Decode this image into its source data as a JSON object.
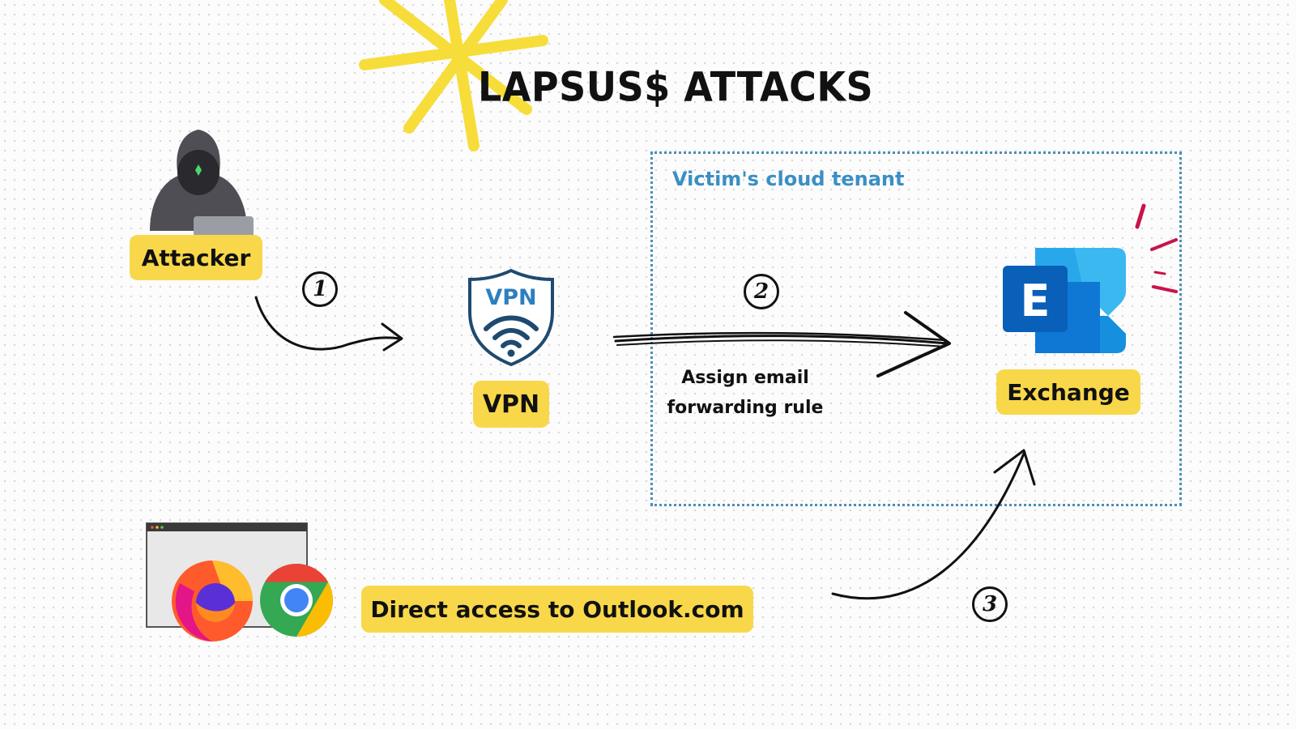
{
  "title": "LAPSUS$ ATTACKS",
  "nodes": {
    "attacker": {
      "label": "Attacker"
    },
    "vpn": {
      "label": "VPN",
      "shield_text": "VPN"
    },
    "exchange": {
      "label": "Exchange",
      "logo_letter": "E"
    },
    "browser": {
      "label": "Direct access to Outlook.com"
    }
  },
  "group": {
    "label": "Victim's cloud tenant"
  },
  "steps": [
    {
      "number": "1"
    },
    {
      "number": "2",
      "text_line1": "Assign email",
      "text_line2": "forwarding rule"
    },
    {
      "number": "3"
    }
  ],
  "colors": {
    "label_bg": "#f8d84a",
    "tenant_border": "#4a8fb8",
    "tenant_text": "#3a8fc4",
    "burst": "#f7dd3a",
    "exchange_blue": "#1a7ad4",
    "spark": "#c8144a"
  },
  "icons": [
    "hooded-hacker-icon",
    "vpn-shield-icon",
    "exchange-logo-icon",
    "firefox-icon",
    "chrome-icon",
    "browser-window-icon",
    "burst-icon"
  ]
}
